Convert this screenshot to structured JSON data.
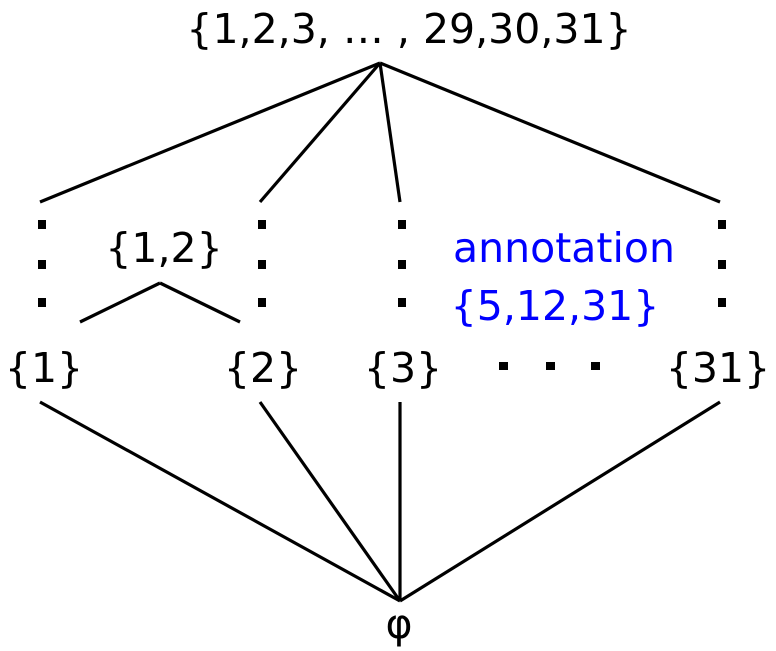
{
  "diagram": {
    "top_node": "{1,2,3, … , 29,30,31}",
    "pair_node": "{1,2}",
    "singletons": {
      "s1": "{1}",
      "s2": "{2}",
      "s3": "{3}",
      "s31": "{31}"
    },
    "bottom_node": "φ",
    "annotation": {
      "line1": "annotation",
      "line2": "{5,12,31}",
      "color": "#0000ff"
    },
    "edge_color": "#000000"
  }
}
